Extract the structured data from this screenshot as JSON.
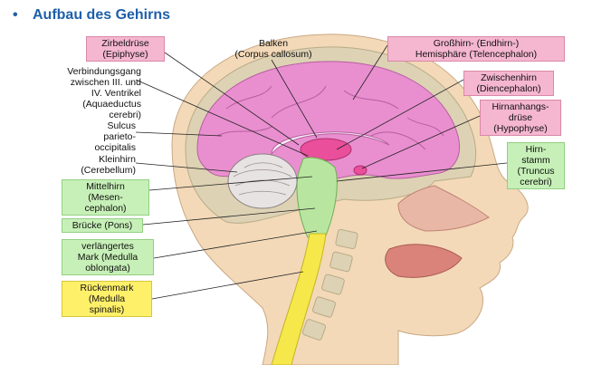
{
  "title": "Aufbau des Gehirns",
  "bullet": "•",
  "labels": {
    "zirbeldruese": [
      "Zirbeldrüse",
      "(Epiphyse)"
    ],
    "verbindungsgang": [
      "Verbindungsgang",
      "zwischen III. und",
      "IV. Ventrikel",
      "(Aquaeductus",
      "cerebri)"
    ],
    "sulcus": [
      "Sulcus",
      "parieto-",
      "occipitalis"
    ],
    "kleinhirn": [
      "Kleinhirn",
      "(Cerebellum)"
    ],
    "mittelhirn": [
      "Mittelhirn",
      "(Mesen-",
      "cephalon)"
    ],
    "bruecke": [
      "Brücke (Pons)"
    ],
    "verlaengertes": [
      "verlängertes",
      "Mark (Medulla",
      "oblongata)"
    ],
    "rueckenmark": [
      "Rückenmark",
      "(Medulla",
      "spinalis)"
    ],
    "balken": [
      "Balken",
      "(Corpus callosum)"
    ],
    "grosshirn": [
      "Großhirn- (Endhirn-)",
      "Hemisphäre (Telencephalon)"
    ],
    "zwischenhirn": [
      "Zwischenhirn",
      "(Diencephalon)"
    ],
    "hirnanhang": [
      "Hirnanhangs-",
      "drüse",
      "(Hypophyse)"
    ],
    "hirnstamm": [
      "Hirn-",
      "stamm",
      "(Truncus",
      "cerebri)"
    ]
  },
  "colors": {
    "title": "#1f5fa8",
    "pink_box": "#f5b6cf",
    "green_box": "#c7f0b8",
    "yellow_box": "#fff06a",
    "brain": "#e98fd0",
    "skin": "#f3d9b8",
    "bone": "#ddd2b4"
  }
}
